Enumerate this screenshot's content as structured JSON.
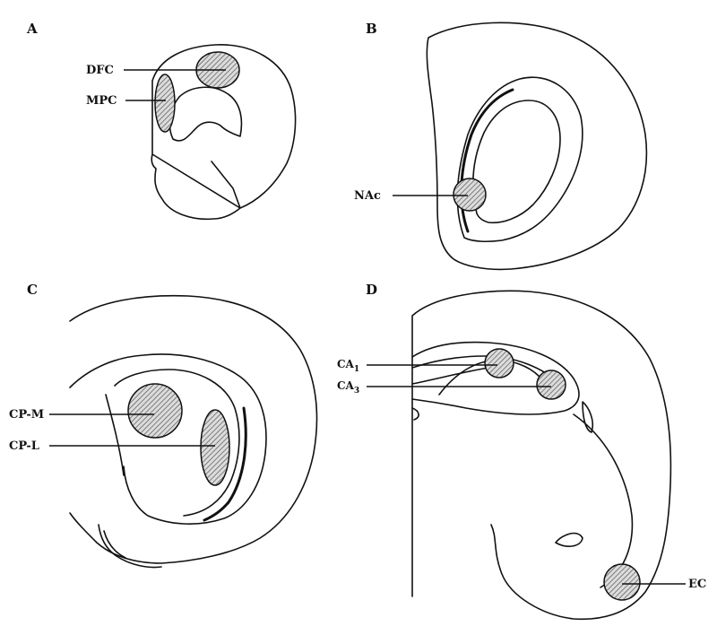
{
  "panels": {
    "A": {
      "letter": "A",
      "labels": {
        "dfc": "DFC",
        "mpc": "MPC"
      }
    },
    "B": {
      "letter": "B",
      "labels": {
        "nac": "NAc"
      }
    },
    "C": {
      "letter": "C",
      "labels": {
        "cpm": "CP-M",
        "cpl": "CP-L"
      }
    },
    "D": {
      "letter": "D",
      "labels": {
        "ca1_base": "CA",
        "ca1_sub": "1",
        "ca3_base": "CA",
        "ca3_sub": "3",
        "ec": "EC"
      }
    }
  },
  "colors": {
    "ink": "#111111",
    "hatch": "#555555",
    "region_fill": "#d9d9d9"
  }
}
